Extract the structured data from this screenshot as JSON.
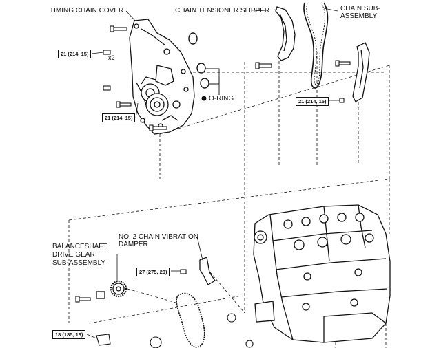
{
  "labels": {
    "timing_chain_cover": "TIMING CHAIN COVER",
    "chain_tensioner_slipper": "CHAIN TENSIONER SLIPPER",
    "chain_sub_assembly_1": "CHAIN SUB-",
    "chain_sub_assembly_2": "ASSEMBLY",
    "o_ring": "O-RING",
    "x2": "x2",
    "no2_damper_1": "NO. 2 CHAIN VIBRATION",
    "no2_damper_2": "DAMPER",
    "balanceshaft_1": "BALANCESHAFT",
    "balanceshaft_2": "DRIVE GEAR",
    "balanceshaft_3": "SUB-ASSEMBLY"
  },
  "torque_specs": {
    "cover_bolt_a": "21 (214, 15)",
    "cover_bolt_b": "21 (214, 15)",
    "slipper_bolt": "21 (214, 15)",
    "damper_bolt": "27 (275, 20)",
    "gear_bolt": "18 (185, 13)"
  },
  "colors": {
    "ink": "#111111",
    "background": "#ffffff"
  }
}
